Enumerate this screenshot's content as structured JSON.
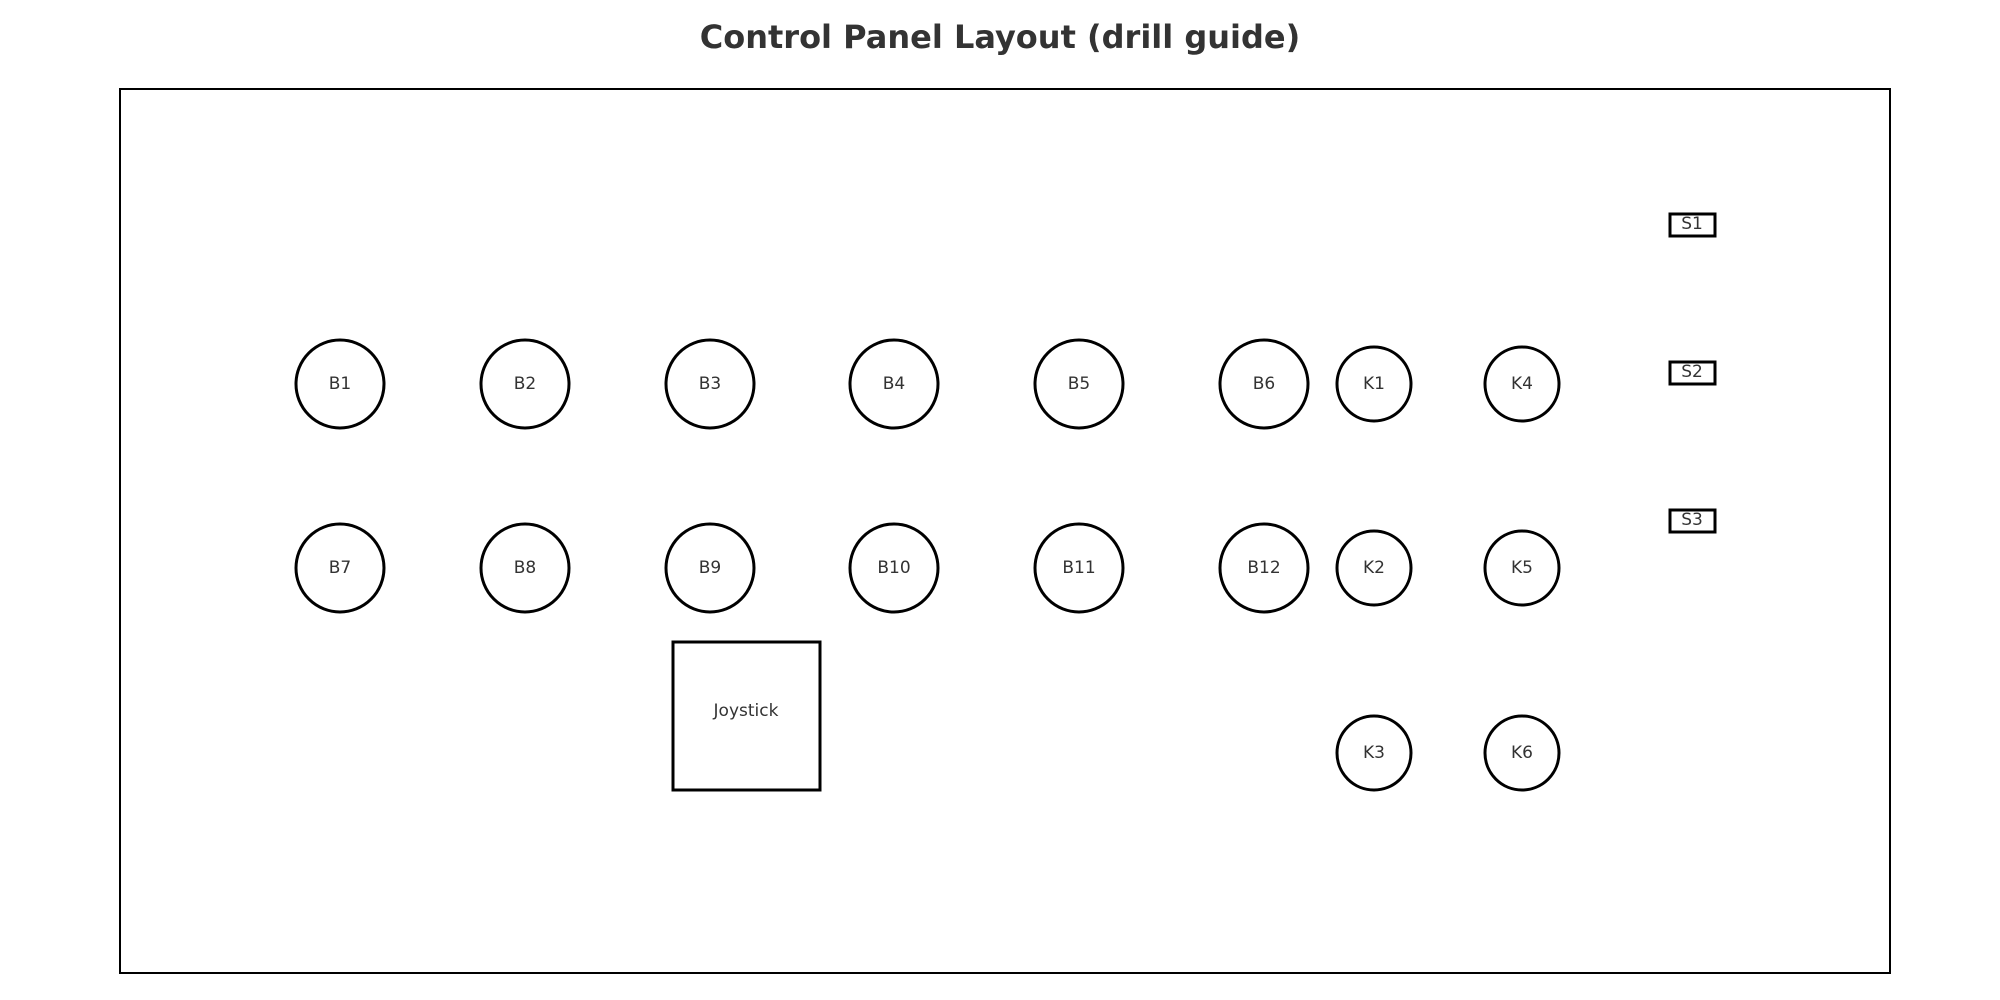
{
  "title": "Control Panel Layout (drill guide)",
  "colors": {
    "stroke": "#000000",
    "text": "#333333",
    "background": "#ffffff"
  },
  "panel": {
    "buttons": [
      "B1",
      "B2",
      "B3",
      "B4",
      "B5",
      "B6",
      "B7",
      "B8",
      "B9",
      "B10",
      "B11",
      "B12"
    ],
    "knobs": [
      "K1",
      "K2",
      "K3",
      "K4",
      "K5",
      "K6"
    ],
    "switches": [
      "S1",
      "S2",
      "S3"
    ],
    "joystick": "Joystick"
  }
}
